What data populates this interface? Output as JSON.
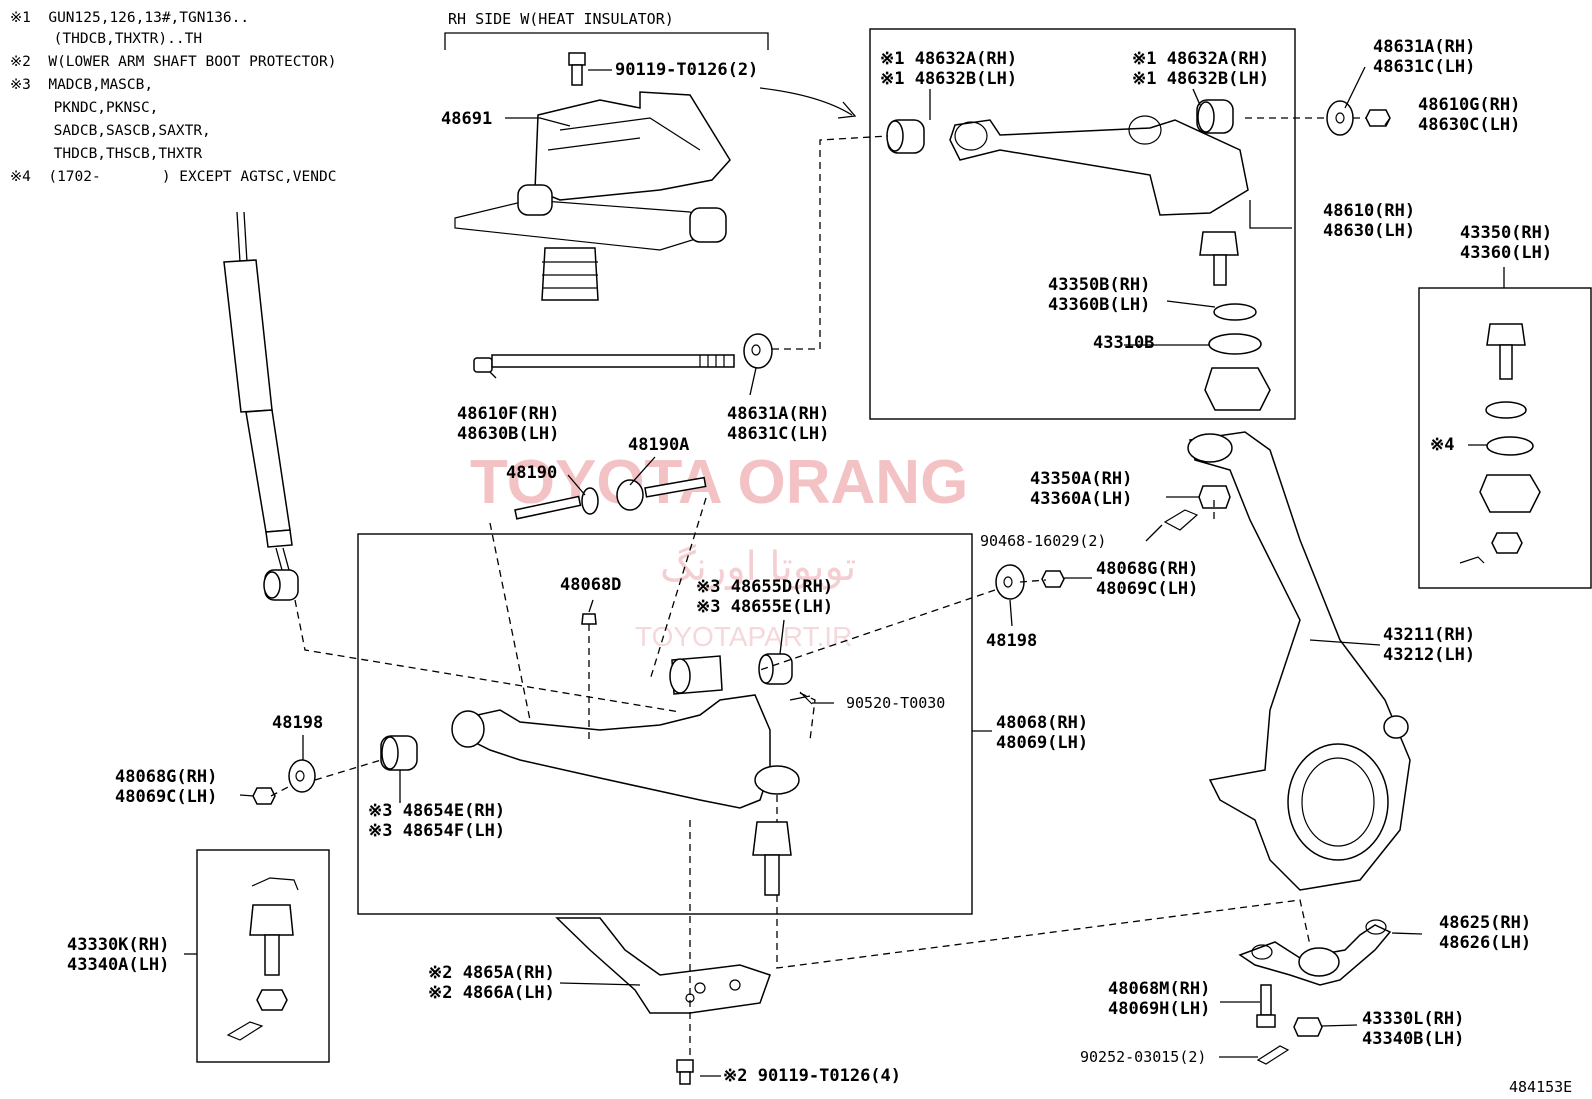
{
  "notes": [
    "※1  GUN125,126,13#,TGN136..",
    "     (THDCB,THXTR)..TH",
    "※2  W(LOWER ARM SHAFT BOOT PROTECTOR)",
    "※3  MADCB,MASCB,",
    "     PKNDC,PKNSC,",
    "     SADCB,SASCB,SAXTR,",
    "     THDCB,THSCB,THXTR",
    "※4  (1702-       ) EXCEPT AGTSC,VENDC"
  ],
  "rh_side_label": "RH SIDE W(HEAT INSULATOR)",
  "watermark": {
    "brand": "TOYOTA ORANG",
    "persian": "تویوتا اورنگ",
    "site": "TOYOTAPART.IR"
  },
  "figure_id": "484153E",
  "labels": {
    "p90119_top": "90119-T0126(2)",
    "p48691": "48691",
    "p48610F": [
      "48610F(RH)",
      "48630B(LH)"
    ],
    "p48631A_mid": [
      "48631A(RH)",
      "48631C(LH)"
    ],
    "p48190": "48190",
    "p48190A": "48190A",
    "p48632_left": [
      "※1 48632A(RH)",
      "※1 48632B(LH)"
    ],
    "p48632_right": [
      "※1 48632A(RH)",
      "※1 48632B(LH)"
    ],
    "p48631A_top": [
      "48631A(RH)",
      "48631C(LH)"
    ],
    "p48610G": [
      "48610G(RH)",
      "48630C(LH)"
    ],
    "p48610": [
      "48610(RH)",
      "48630(LH)"
    ],
    "p43350B": [
      "43350B(RH)",
      "43360B(LH)"
    ],
    "p43310B": "43310B",
    "p43350_side": [
      "43350(RH)",
      "43360(LH)"
    ],
    "p43350A": [
      "43350A(RH)",
      "43360A(LH)"
    ],
    "p90468": "90468-16029(2)",
    "p48068G_right": [
      "48068G(RH)",
      "48069C(LH)"
    ],
    "p48198_right": "48198",
    "p48068D": "48068D",
    "p48655": [
      "※3 48655D(RH)",
      "※3 48655E(LH)"
    ],
    "p90520": "90520-T0030",
    "p48068": [
      "48068(RH)",
      "48069(LH)"
    ],
    "p48198_left": "48198",
    "p48068G_left": [
      "48068G(RH)",
      "48069C(LH)"
    ],
    "p48654": [
      "※3 48654E(RH)",
      "※3 48654F(LH)"
    ],
    "p43211": [
      "43211(RH)",
      "43212(LH)"
    ],
    "p43330K": [
      "43330K(RH)",
      "43340A(LH)"
    ],
    "p4865": [
      "※2 4865A(RH)",
      "※2 4866A(LH)"
    ],
    "p90119_bottom": "※2 90119-T0126(4)",
    "p48625": [
      "48625(RH)",
      "48626(LH)"
    ],
    "p48068M": [
      "48068M(RH)",
      "48069H(LH)"
    ],
    "p43330L": [
      "43330L(RH)",
      "43340B(LH)"
    ],
    "p90252": "90252-03015(2)",
    "note4_marker": "※4"
  }
}
